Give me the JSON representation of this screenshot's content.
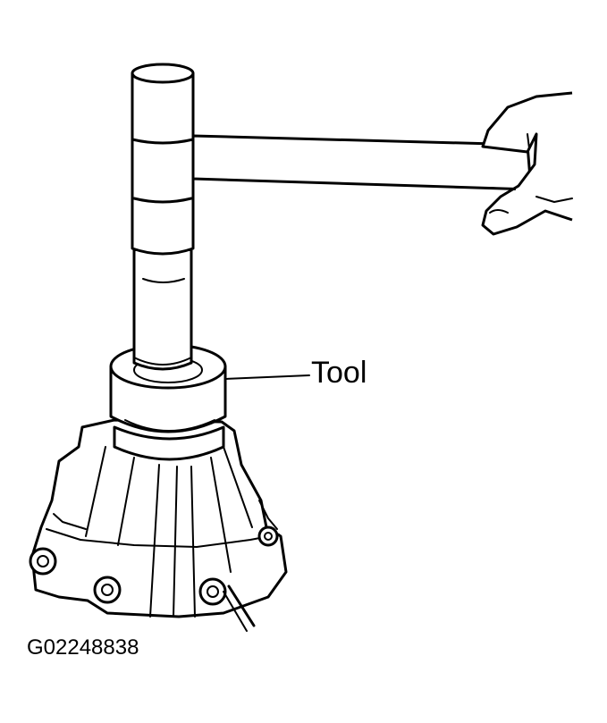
{
  "labels": {
    "tool": "Tool"
  },
  "figure_id": "G02248838",
  "icons": {
    "hammer": "hammer-illustration",
    "hand": "hand-illustration",
    "driver": "installer-tool-illustration",
    "housing": "transmission-housing-illustration"
  }
}
